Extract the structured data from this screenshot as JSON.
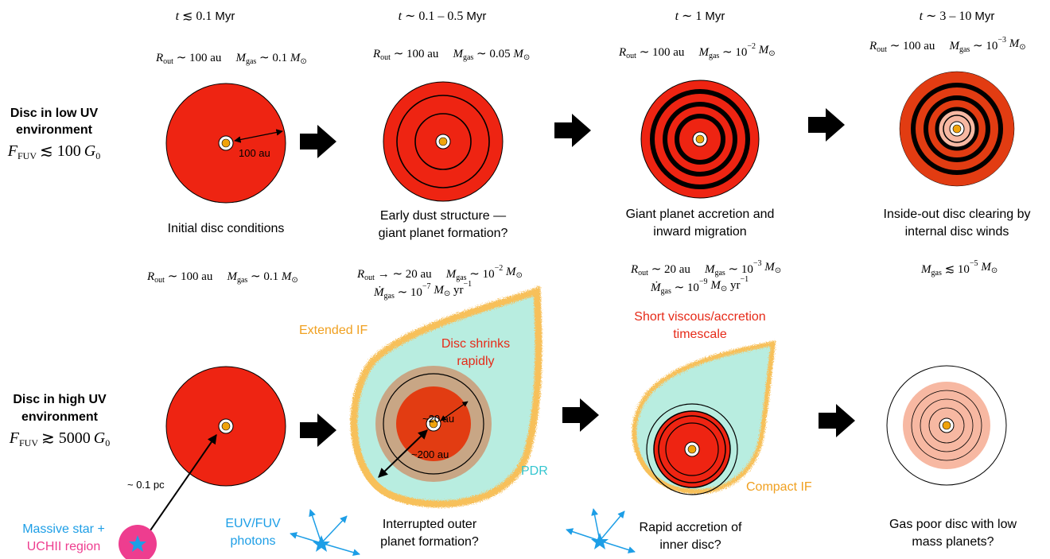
{
  "stages": [
    {
      "time_t": "t",
      "time_rel": "≲",
      "time_value": "0.1",
      "time_unit": "Myr"
    },
    {
      "time_t": "t",
      "time_rel": "∼",
      "time_value": "0.1 – 0.5",
      "time_unit": "Myr"
    },
    {
      "time_t": "t",
      "time_rel": "∼",
      "time_value": "1",
      "time_unit": "Myr"
    },
    {
      "time_t": "t",
      "time_rel": "∼",
      "time_value": "3 – 10",
      "time_unit": "Myr"
    }
  ],
  "low_uv": {
    "label_line1": "Disc in low UV",
    "label_line2": "environment",
    "flux_symbol": "F",
    "flux_sub": "FUV",
    "flux_rel": "≲ 100",
    "flux_unit": "G",
    "flux_unit_sub": "0",
    "params": [
      {
        "r_text": "R",
        "r_sub": "out",
        "r_val": " ∼ 100 au",
        "m_text": "M",
        "m_sub": "gas",
        "m_val": " ∼ 0.1 ",
        "m_sup": "",
        "m_end": "M",
        "m_end_sub": "⊙"
      },
      {
        "r_text": "R",
        "r_sub": "out",
        "r_val": " ∼ 100 au",
        "m_text": "M",
        "m_sub": "gas",
        "m_val": " ∼ 0.05 ",
        "m_sup": "",
        "m_end": "M",
        "m_end_sub": "⊙"
      },
      {
        "r_text": "R",
        "r_sub": "out",
        "r_val": " ∼ 100 au",
        "m_text": "M",
        "m_sub": "gas",
        "m_val": " ∼ 10",
        "m_sup": "−2",
        "m_end": " M",
        "m_end_sub": "⊙"
      },
      {
        "r_text": "R",
        "r_sub": "out",
        "r_val": " ∼ 100 au",
        "m_text": "M",
        "m_sub": "gas",
        "m_val": " ∼ 10",
        "m_sup": "−3",
        "m_end": " M",
        "m_end_sub": "⊙"
      }
    ],
    "scale_label": "100 au",
    "captions": [
      [
        "Initial disc conditions"
      ],
      [
        "Early dust structure —",
        "giant planet formation?"
      ],
      [
        "Giant planet accretion and",
        "inward migration"
      ],
      [
        "Inside-out disc clearing by",
        "internal disc winds"
      ]
    ]
  },
  "high_uv": {
    "label_line1": "Disc in high UV",
    "label_line2": "environment",
    "flux_symbol": "F",
    "flux_sub": "FUV",
    "flux_rel": "≳ 5000",
    "flux_unit": "G",
    "flux_unit_sub": "0",
    "params1": {
      "r_text": "R",
      "r_sub": "out",
      "r_val": " ∼ 100 au",
      "m_text": "M",
      "m_sub": "gas",
      "m_val": " ∼ 0.1 ",
      "m_end": "M",
      "m_end_sub": "⊙"
    },
    "params2": {
      "r_text": "R",
      "r_sub": "out",
      "r_val": " → ∼ 20 au",
      "m_text": "M",
      "m_sub": "gas",
      "m_val": " ∼ 10",
      "m_sup": "−2",
      "m_end": " M",
      "m_end_sub": "⊙",
      "mdot_text": "Ṁ",
      "mdot_sub": "gas",
      "mdot_val": " ∼ 10",
      "mdot_sup": "−7",
      "mdot_end": " M",
      "mdot_end_sub": "⊙",
      "mdot_unit": " yr",
      "mdot_unit_sup": "−1"
    },
    "params3": {
      "r_text": "R",
      "r_sub": "out",
      "r_val": " ∼ 20 au",
      "m_text": "M",
      "m_sub": "gas",
      "m_val": " ∼ 10",
      "m_sup": "−3",
      "m_end": " M",
      "m_end_sub": "⊙",
      "mdot_text": "Ṁ",
      "mdot_sub": "gas",
      "mdot_val": " ∼ 10",
      "mdot_sup": "−9",
      "mdot_end": " M",
      "mdot_end_sub": "⊙",
      "mdot_unit": " yr",
      "mdot_unit_sup": "−1"
    },
    "params4": {
      "m_text": "M",
      "m_sub": "gas",
      "m_val": " ≲ 10",
      "m_sup": "−5",
      "m_end": " M",
      "m_end_sub": "⊙"
    },
    "distance_label": "~ 0.1 pc",
    "massive_star_line1": "Massive star +",
    "massive_star_line2": "UCHII region",
    "photons_line1": "EUV/FUV",
    "photons_line2": "photons",
    "extended_if": "Extended IF",
    "disc_shrinks_line1": "Disc shrinks",
    "disc_shrinks_line2": "rapidly",
    "label_20au": "~20 au",
    "label_200au": "~200 au",
    "pdr": "PDR",
    "short_visc_line1": "Short viscous/accretion",
    "short_visc_line2": "timescale",
    "compact_if": "Compact IF",
    "captions": [
      [
        "Interrupted outer",
        "planet formation?"
      ],
      [
        "Rapid accretion of",
        "inner disc?"
      ],
      [
        "Gas poor disc with low",
        "mass planets?"
      ]
    ]
  },
  "colors": {
    "disc_red": "#ee2412",
    "disc_orange": "#e23c12",
    "ring_pink": "#f7b8a2",
    "star_orange": "#f0a30a",
    "if_orange": "#f7c05a",
    "pdr_cyan": "#b8ede0",
    "tan": "#c8a685",
    "blue_label": "#1d9ee6",
    "pink": "#ee3d8f",
    "red_label": "#e62a18",
    "orange_label": "#f0a020"
  }
}
